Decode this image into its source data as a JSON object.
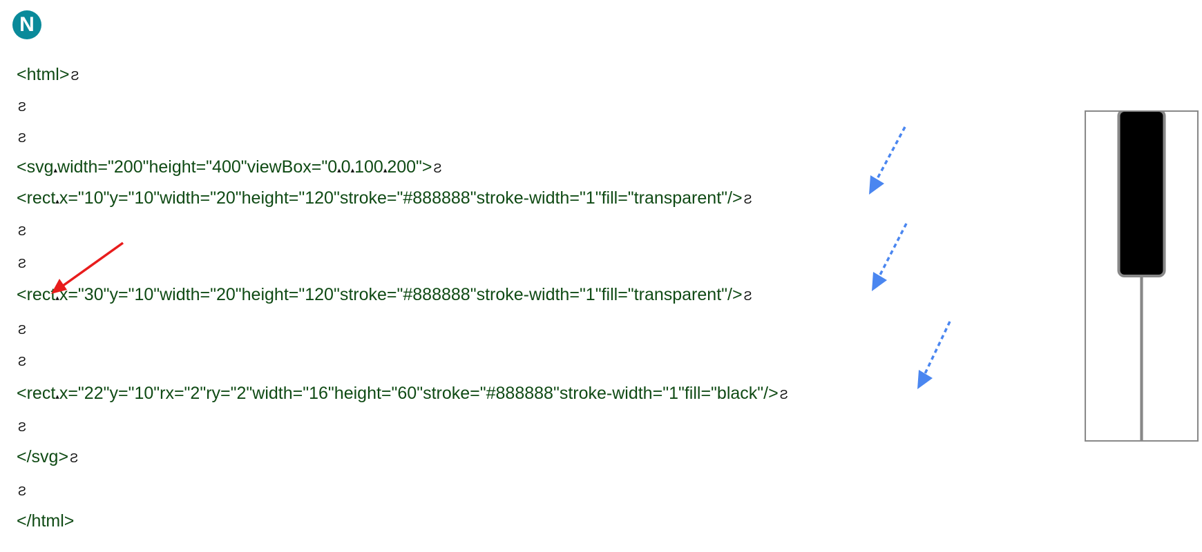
{
  "logo": {
    "letter": "N",
    "color": "#0a8a9a"
  },
  "glyphs": {
    "return": "Ƨ",
    "space": "▴"
  },
  "code_lines": [
    "<html>",
    "",
    "",
    "<svg width=\"200\"height=\"400\"viewBox=\"0 0 100 200\">",
    "<rect x=\"10\"y=\"10\"width=\"20\"height=\"120\"stroke=\"#888888\"stroke-width=\"1\"fill=\"transparent\"/>",
    "",
    "",
    "<rect x=\"30\"y=\"10\"width=\"20\"height=\"120\"stroke=\"#888888\"stroke-width=\"1\"fill=\"transparent\"/>",
    "",
    "",
    "<rect x=\"22\"y=\"10\"rx=\"2\"ry=\"2\"width=\"16\"height=\"60\"stroke=\"#888888\"stroke-width=\"1\"fill=\"black\"/>",
    "",
    "</svg>",
    "",
    "</html>"
  ],
  "colors": {
    "code_text": "#0f4a14",
    "pointer_arrow": "#e81c1c",
    "dotted_arrow": "#4a86f0",
    "key_stroke": "#888888",
    "black_key": "#000000"
  },
  "icons": [
    "logo-n-icon",
    "return-glyph-icon",
    "space-glyph-icon",
    "red-pointer-arrow-icon",
    "blue-dotted-arrow-icon"
  ]
}
